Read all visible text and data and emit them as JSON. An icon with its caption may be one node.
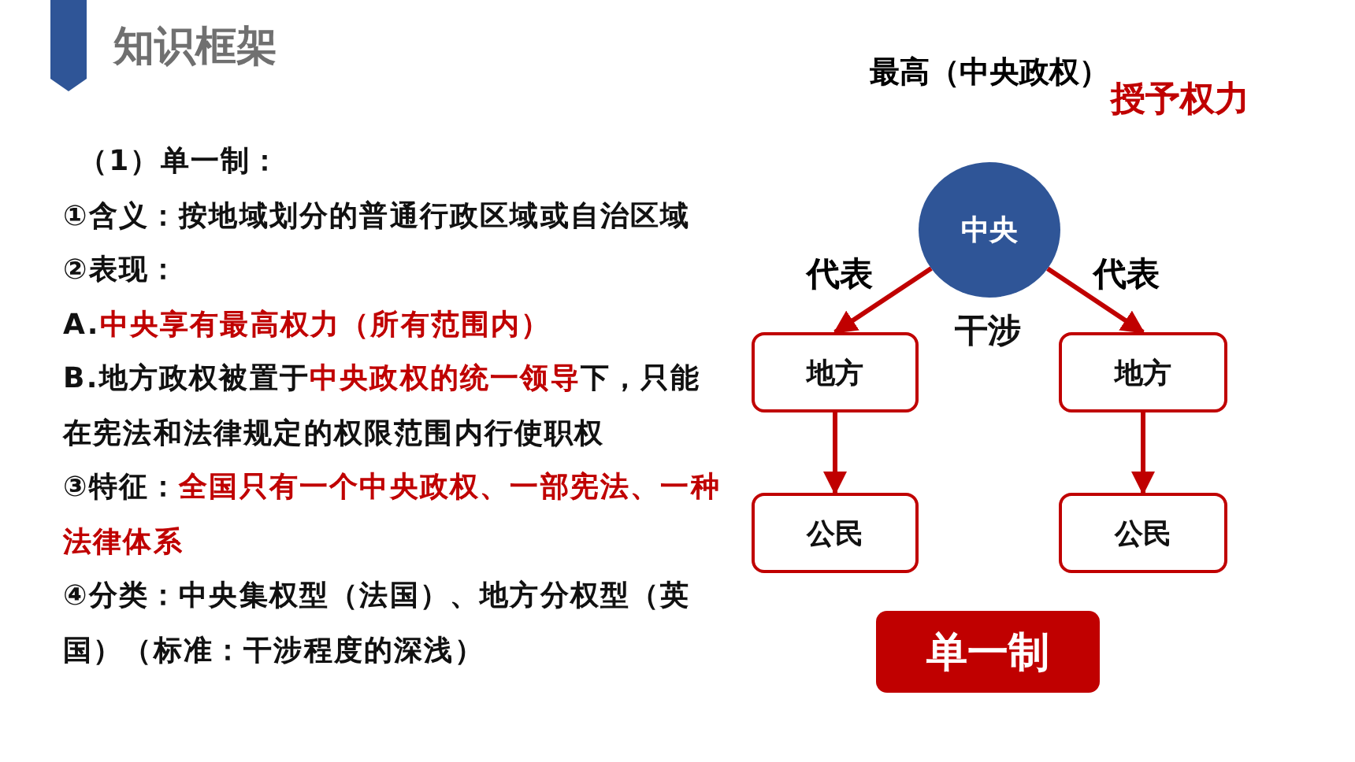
{
  "diagram": {
    "title": "知识框架",
    "nodes": [
      {
        "text": [
          "中央"
        ],
        "beside": [
          "最高（中央政权）"
        ]
      },
      {
        "text": [
          "地方"
        ]
      },
      {
        "text": [
          "地方"
        ]
      },
      {
        "text": [
          "公民"
        ]
      },
      {
        "text": [
          "公民"
        ]
      },
      {
        "text": [
          "单一制"
        ]
      }
    ],
    "edges": [
      {
        "from": 0,
        "to": 1,
        "arrow": "to",
        "label": "代表"
      },
      {
        "from": 0,
        "to": 2,
        "arrow": "to",
        "label": "代表"
      },
      {
        "from": 1,
        "to": 3,
        "arrow": "to"
      },
      {
        "from": 2,
        "to": 4,
        "arrow": "to"
      }
    ],
    "labels": [
      "（1）单一制：",
      "①含义：按地域划分的普通行政区域或自治区域",
      "②表现：",
      "A.",
      "中央享有最高权力（所有范围内）",
      "B.地方政权被置于",
      "中央政权的统一领导",
      "下，只能在宪法和法律规定的权限范围内行使职权",
      "③特征：",
      "全国只有一个中央政权、一部宪法、一种法律体系",
      "④分类：中央集权型（法国）、地方分权型（英国）（标准：干涉程度的深浅）",
      "干涉",
      "授予权力"
    ]
  }
}
